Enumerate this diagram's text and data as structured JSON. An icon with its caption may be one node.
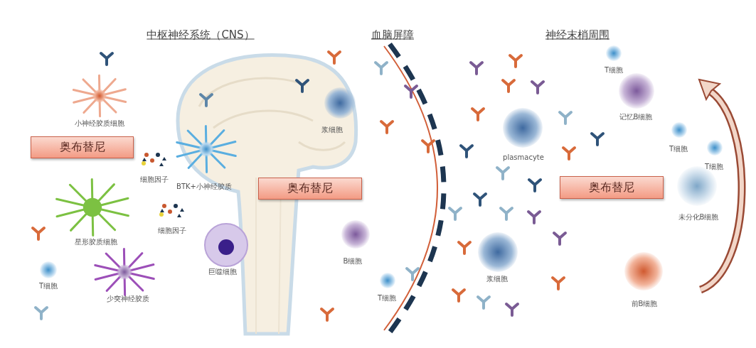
{
  "diagram": {
    "nodes": [
      {
        "text": [
          "奥布替尼"
        ]
      },
      {
        "text": [
          "奥布替尼"
        ]
      },
      {
        "text": [
          "奥布替尼"
        ]
      }
    ],
    "labels": [
      "中枢神经系统（CNS）",
      "血脑屏障",
      "神经末梢周围",
      "T细胞",
      "记忆B细胞",
      "小神经胶质细胞",
      "浆细胞",
      "T细胞",
      "plasmacyte",
      "T细胞",
      "细胞因子",
      "BTK+小神经胶质",
      "未分化B细胞",
      "细胞因子",
      "星形胶质细胞",
      "B细胞",
      "巨噬细胞",
      "浆细胞",
      "T细胞",
      "T细胞",
      "少突神经胶质",
      "前B细胞"
    ]
  }
}
